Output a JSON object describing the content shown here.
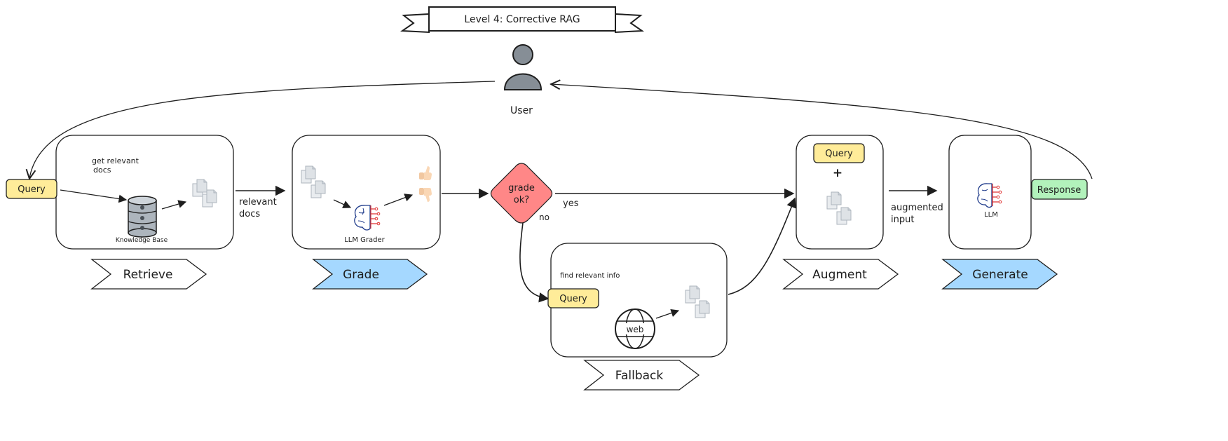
{
  "banner": {
    "title": "Level 4: Corrective RAG"
  },
  "user": {
    "label": "User"
  },
  "retrieve": {
    "note_line1": "get relevant",
    "note_line2": "docs",
    "db_label": "Knowledge Base",
    "edge_label_line1": "relevant",
    "edge_label_line2": "docs",
    "stage": "Retrieve"
  },
  "grade": {
    "grader_label": "LLM Grader",
    "stage": "Grade"
  },
  "decision": {
    "line1": "grade",
    "line2": "ok?",
    "yes": "yes",
    "no": "no"
  },
  "fallback": {
    "note": "find relevant info",
    "web_label": "web",
    "stage": "Fallback"
  },
  "augment": {
    "plus": "+",
    "edge_label_line1": "augmented",
    "edge_label_line2": "input",
    "stage": "Augment"
  },
  "generate": {
    "llm_label": "LLM",
    "stage": "Generate"
  },
  "chips": {
    "query": "Query",
    "response": "Response"
  },
  "colors": {
    "query_chip": "#ffec99",
    "response_chip": "#b2f2bb",
    "decision": "#ff8787",
    "stage_highlight": "#a5d8ff",
    "user": "#868e96",
    "brain": "#1e3a8a",
    "circuit": "#e03131"
  }
}
